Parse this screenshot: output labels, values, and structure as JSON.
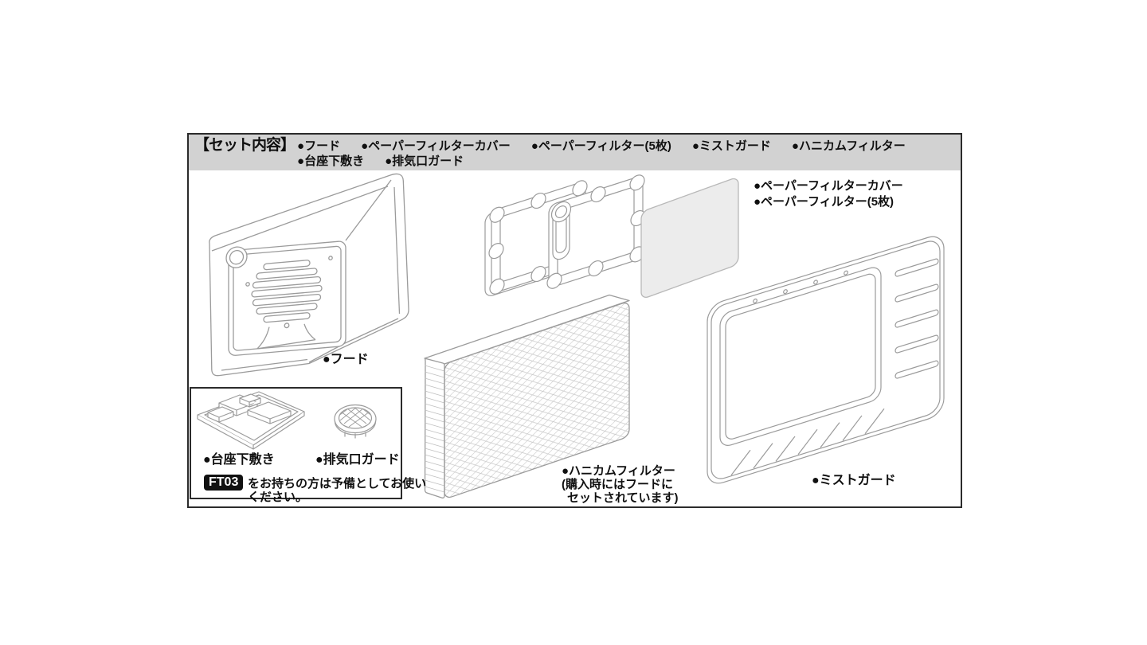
{
  "header": {
    "title": "【セット内容】",
    "row1": [
      "●フード",
      "●ペーパーフィルターカバー",
      "●ペーパーフィルター(5枚)",
      "●ミストガード",
      "●ハニカムフィルター"
    ],
    "row2": [
      "●台座下敷き",
      "●排気口ガード"
    ]
  },
  "labels": {
    "hood": "●フード",
    "paper_filter_cover": "●ペーパーフィルターカバー",
    "paper_filter": "●ペーパーフィルター(5枚)",
    "honeycomb": [
      "●ハニカムフィルター",
      "(購入時にはフードに",
      "セットされています)"
    ],
    "mist_guard": "●ミストガード",
    "base_mat": "●台座下敷き",
    "exhaust_guard": "●排気口ガード"
  },
  "note": {
    "badge": "FT03",
    "lines": [
      "をお持ちの方は予備としてお使い",
      "ください。"
    ]
  },
  "colors": {
    "header_bg": "#d2d2d2",
    "border": "#2b2b2b",
    "line_art": "#9b9b9b",
    "filter_sheet": "#ececec",
    "badge_bg": "#111111",
    "badge_text": "#ffffff"
  }
}
